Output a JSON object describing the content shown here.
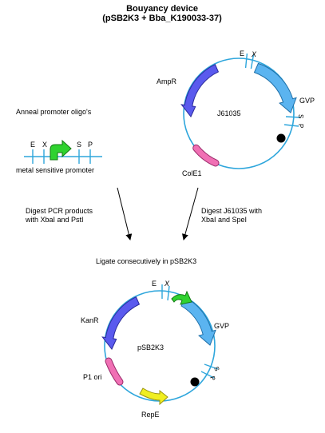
{
  "header": {
    "title": "Bouyancy device",
    "subtitle": "(pSB2K3 + Bba_K190033-37)"
  },
  "colors": {
    "backbone": "#2ea6dc",
    "ampr": "#5a5aee",
    "gvp": "#5bb4f0",
    "cole1": "#f070b4",
    "promoter_arrow": "#2fd22f",
    "repe": "#f0ee20",
    "p1_ori": "#f070b4",
    "terminator": "#000000"
  },
  "promoter": {
    "step_label": "Anneal promoter oligo's",
    "name": "metal sensitive promoter",
    "sites": {
      "e": "E",
      "x": "X",
      "s": "S",
      "p": "P"
    }
  },
  "plasmid_top": {
    "name": "J61035",
    "features": {
      "ampr": "AmpR",
      "gvp": "GVP",
      "cole1": "ColE1"
    },
    "sites": {
      "e": "E",
      "x": "X",
      "s": "S",
      "p": "P"
    }
  },
  "steps": {
    "left_line1": "Digest PCR products",
    "left_line2": "with XbaI and PstI",
    "right_line1": "Digest J61035 with",
    "right_line2": "XbaI and SpeI",
    "ligate": "Ligate consecutively in pSB2K3"
  },
  "plasmid_bottom": {
    "name": "pSB2K3",
    "features": {
      "kanr": "KanR",
      "gvp": "GVP",
      "p1_ori": "P1 ori",
      "repe": "RepE"
    },
    "sites": {
      "e": "E",
      "x": "X",
      "s": "S",
      "p": "P"
    }
  }
}
